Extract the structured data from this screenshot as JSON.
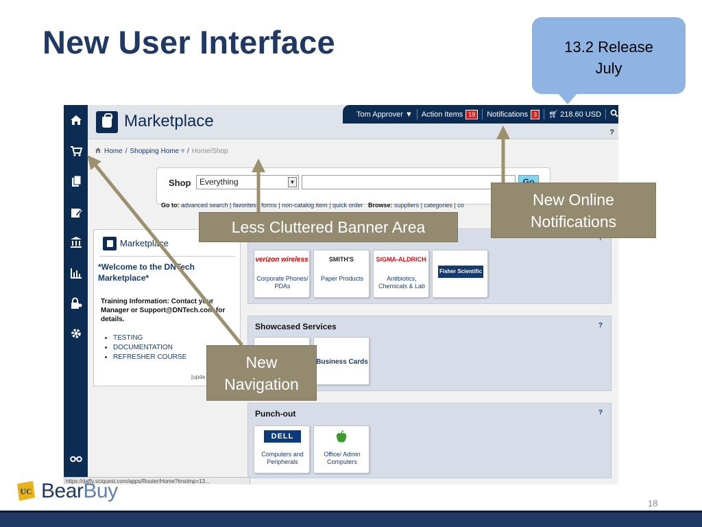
{
  "slide": {
    "title": "New User Interface",
    "callout_line1": "13.2 Release",
    "callout_line2": "July",
    "page_number": "18",
    "logo_bold": "Bear",
    "logo_light": "Buy",
    "logo_badge": "UC"
  },
  "annotations": {
    "banner": "Less Cluttered Banner Area",
    "notifications_line1": "New Online",
    "notifications_line2": "Notifications",
    "navigation_line1": "New",
    "navigation_line2": "Navigation"
  },
  "app": {
    "title": "Marketplace",
    "topbar": {
      "user": "Tom Approver",
      "action_items_label": "Action Items",
      "action_items_count": "18",
      "notifications_label": "Notifications",
      "notifications_count": "3",
      "cart_total": "218.60 USD",
      "help": "?"
    },
    "breadcrumb": {
      "home": "Home",
      "sep1": "/",
      "shopping_home": "Shopping Home",
      "sep2": "/",
      "current": "Home/Shop"
    },
    "shop": {
      "label": "Shop",
      "scope": "Everything",
      "go": "Go",
      "goto_label": "Go to:",
      "goto_links": "advanced search | favorites | forms | non-catalog item | quick order",
      "browse_label": "Browse:",
      "browse_links": "suppliers | categories | co"
    },
    "welcome": {
      "logo_text": "Marketplace",
      "heading": "*Welcome to the DNTech Marketplace*",
      "training": "Training Information: Contact your Manager or Support@DNTech.com for details.",
      "list": [
        "TESTING",
        "DOCUMENTATION",
        "REFRESHER COURSE"
      ],
      "updated": "[upda"
    },
    "sections": [
      {
        "title": "",
        "help": "?",
        "tiles": [
          {
            "logo": "verizon wireless",
            "label": "Corporate Phones/ PDAs"
          },
          {
            "logo": "SMITH'S",
            "label": "Paper Products"
          },
          {
            "logo": "SIGMA-ALDRICH",
            "label": "Antibiotics, Chemicals & Lab"
          },
          {
            "logo": "Fisher Scientific",
            "label": ""
          }
        ]
      },
      {
        "title": "Showcased Services",
        "help": "?",
        "tiles": [
          {
            "logo": "",
            "label": ""
          },
          {
            "logo": "",
            "label": "Business Cards"
          }
        ]
      },
      {
        "title": "Punch-out",
        "help": "?",
        "tiles": [
          {
            "logo": "DELL",
            "label": "Computers and Peripherals"
          },
          {
            "logo": "",
            "label": "Office/ Admin Computers"
          }
        ]
      }
    ],
    "statusbar": "https://daffy.sciquest.com/apps/Router/Home?tmstmp=13..."
  },
  "colors": {
    "title": "#1f3864",
    "callout": "#8fb4e3",
    "nav": "#0d2c54",
    "annotation": "#938a6f",
    "arrow": "#9c916f",
    "badge": "#d42020"
  }
}
